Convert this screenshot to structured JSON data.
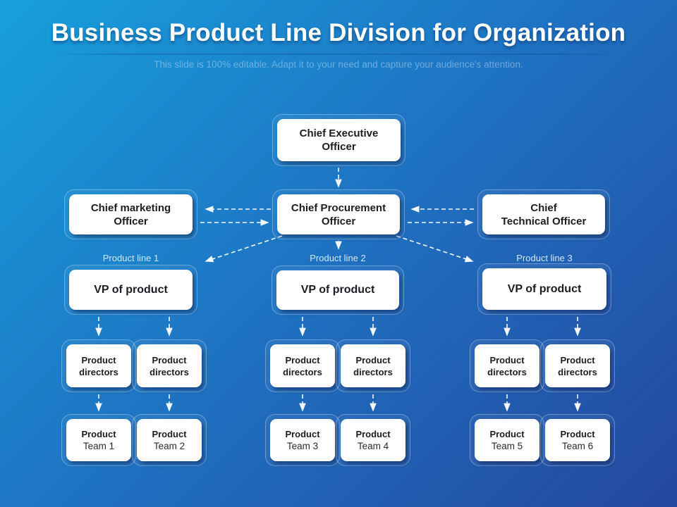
{
  "slide": {
    "title": "Business Product Line Division for Organization",
    "subtitle": "This slide is 100% editable. Adapt it to your need and capture your audience's attention."
  },
  "org": {
    "ceo": {
      "lines": [
        "Chief Executive",
        "Officer"
      ]
    },
    "cmo": {
      "lines": [
        "Chief marketing",
        "Officer"
      ]
    },
    "cpo": {
      "lines": [
        "Chief Procurement",
        "Officer"
      ]
    },
    "cto": {
      "lines": [
        "Chief",
        "Technical Officer"
      ]
    },
    "product_lines": [
      {
        "label": "Product line 1",
        "vp": {
          "lines": [
            "VP of product"
          ]
        },
        "directors": [
          {
            "lines": [
              "Product",
              "directors"
            ]
          },
          {
            "lines": [
              "Product",
              "directors"
            ]
          }
        ],
        "teams": [
          {
            "lines": [
              "Product",
              "Team 1"
            ]
          },
          {
            "lines": [
              "Product",
              "Team 2"
            ]
          }
        ]
      },
      {
        "label": "Product line 2",
        "vp": {
          "lines": [
            "VP of product"
          ]
        },
        "directors": [
          {
            "lines": [
              "Product",
              "directors"
            ]
          },
          {
            "lines": [
              "Product",
              "directors"
            ]
          }
        ],
        "teams": [
          {
            "lines": [
              "Product",
              "Team 3"
            ]
          },
          {
            "lines": [
              "Product",
              "Team 4"
            ]
          }
        ]
      },
      {
        "label": "Product line 3",
        "vp": {
          "lines": [
            "VP of product"
          ]
        },
        "directors": [
          {
            "lines": [
              "Product",
              "directors"
            ]
          },
          {
            "lines": [
              "Product",
              "directors"
            ]
          }
        ],
        "teams": [
          {
            "lines": [
              "Product",
              "Team 5"
            ]
          },
          {
            "lines": [
              "Product",
              "Team 6"
            ]
          }
        ]
      }
    ]
  },
  "colors": {
    "background_top_left": "#17a0dc",
    "background_bottom_right": "#24489e",
    "card_fill": "#ffffff",
    "card_text": "#1c1c22",
    "connector": "#ffffff",
    "line_label_text": "#cfe7fa"
  }
}
